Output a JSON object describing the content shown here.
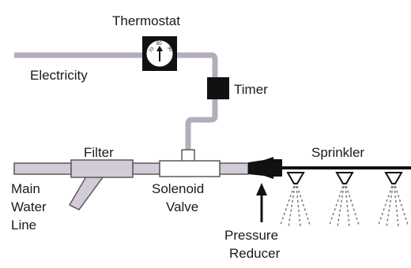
{
  "diagram": {
    "labels": {
      "thermostat": "Thermostat",
      "electricity": "Electricity",
      "timer": "Timer",
      "filter": "Filter",
      "sprinkler": "Sprinkler",
      "main_water_line": [
        "Main",
        "Water",
        "Line"
      ],
      "solenoid_valve": [
        "Solenoid",
        "Valve"
      ],
      "pressure_reducer": [
        "Pressure",
        "Reducer"
      ]
    },
    "dial_numbers": [
      "70",
      "80",
      "90"
    ],
    "colors": {
      "pipe_fill": "#d3cbd7",
      "pipe_stroke": "#5a5a5a",
      "wire": "#b4adb9",
      "device": "#111111",
      "text": "#1a1a1a"
    }
  }
}
